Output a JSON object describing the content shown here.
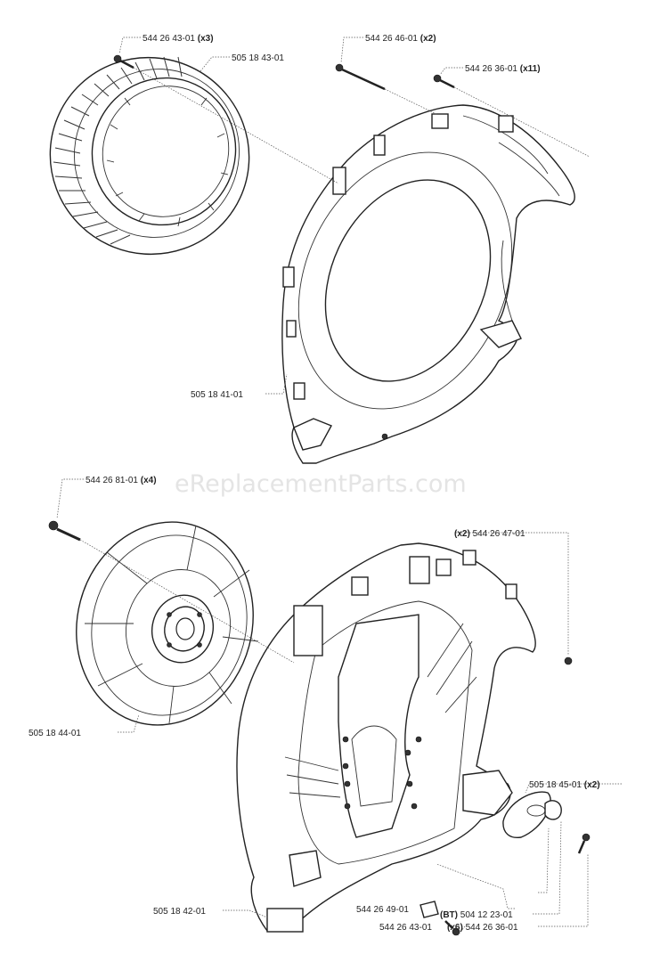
{
  "watermark": "eReplacementParts.com",
  "callouts": {
    "upper_screw_x3": {
      "part": "544 26 43-01",
      "qty": "(x3)"
    },
    "intake_grille": {
      "part": "505 18 43-01"
    },
    "long_bolt_x2": {
      "part": "544 26 46-01",
      "qty": "(x2)"
    },
    "screw_x11": {
      "part": "544 26 36-01",
      "qty": "(x11)"
    },
    "fan_cover": {
      "part": "505 18 41-01"
    },
    "fan_bolt_x4": {
      "part": "544 26 81-01",
      "qty": "(x4)"
    },
    "nut_x2": {
      "qty": "(x2)",
      "part": "544 26 47-01"
    },
    "fan_wheel": {
      "part": "505 18 44-01"
    },
    "foot_x2": {
      "part": "505 18 45-01",
      "qty": "(x2)"
    },
    "clip": {
      "part": "544 26 49-01"
    },
    "lower_screw": {
      "part": "544 26 43-01"
    },
    "fan_housing": {
      "part": "505 18 42-01"
    },
    "bt_part": {
      "qty": "(BT)",
      "part": "504 12 23-01"
    },
    "screw_x6": {
      "qty": "(x6)",
      "part": "544 26 36-01"
    }
  }
}
